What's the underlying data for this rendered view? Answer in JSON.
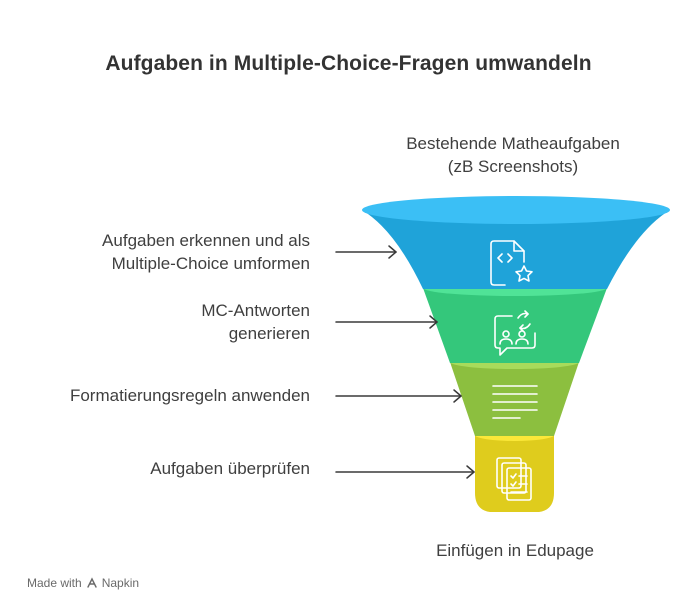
{
  "title": "Aufgaben in Multiple-Choice-Fragen umwandeln",
  "input_label": "Bestehende Matheaufgaben\n(zB Screenshots)",
  "output_label": "Einfügen in Edupage",
  "stages": [
    {
      "label": "Aufgaben erkennen und als\nMultiple-Choice umformen",
      "color": "#1fa3d9",
      "icon": "document-code-star-icon"
    },
    {
      "label": "MC-Antworten\ngenerieren",
      "color": "#34c77b",
      "icon": "people-exchange-icon"
    },
    {
      "label": "Formatierungsregeln anwenden",
      "color": "#8cbf3f",
      "icon": "text-lines-icon"
    },
    {
      "label": "Aufgaben überprüfen",
      "color": "#dfcc1d",
      "icon": "checklist-stack-icon"
    }
  ],
  "footer": {
    "made_with": "Made with",
    "brand": "Napkin"
  }
}
